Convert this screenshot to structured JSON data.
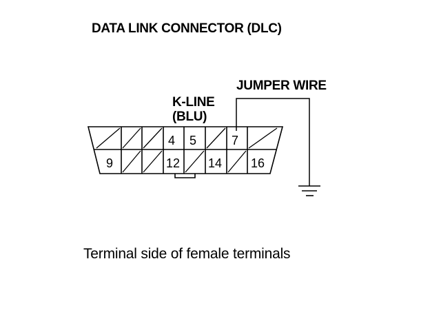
{
  "diagram": {
    "title": "DATA LINK CONNECTOR (DLC)",
    "jumper_wire_label": "JUMPER WIRE",
    "kline_label_line1": "K-LINE",
    "kline_label_line2": "(BLU)",
    "caption": "Terminal side of female terminals",
    "pins": {
      "p4": "4",
      "p5": "5",
      "p7": "7",
      "p9": "9",
      "p12": "12",
      "p14": "14",
      "p16": "16"
    }
  }
}
